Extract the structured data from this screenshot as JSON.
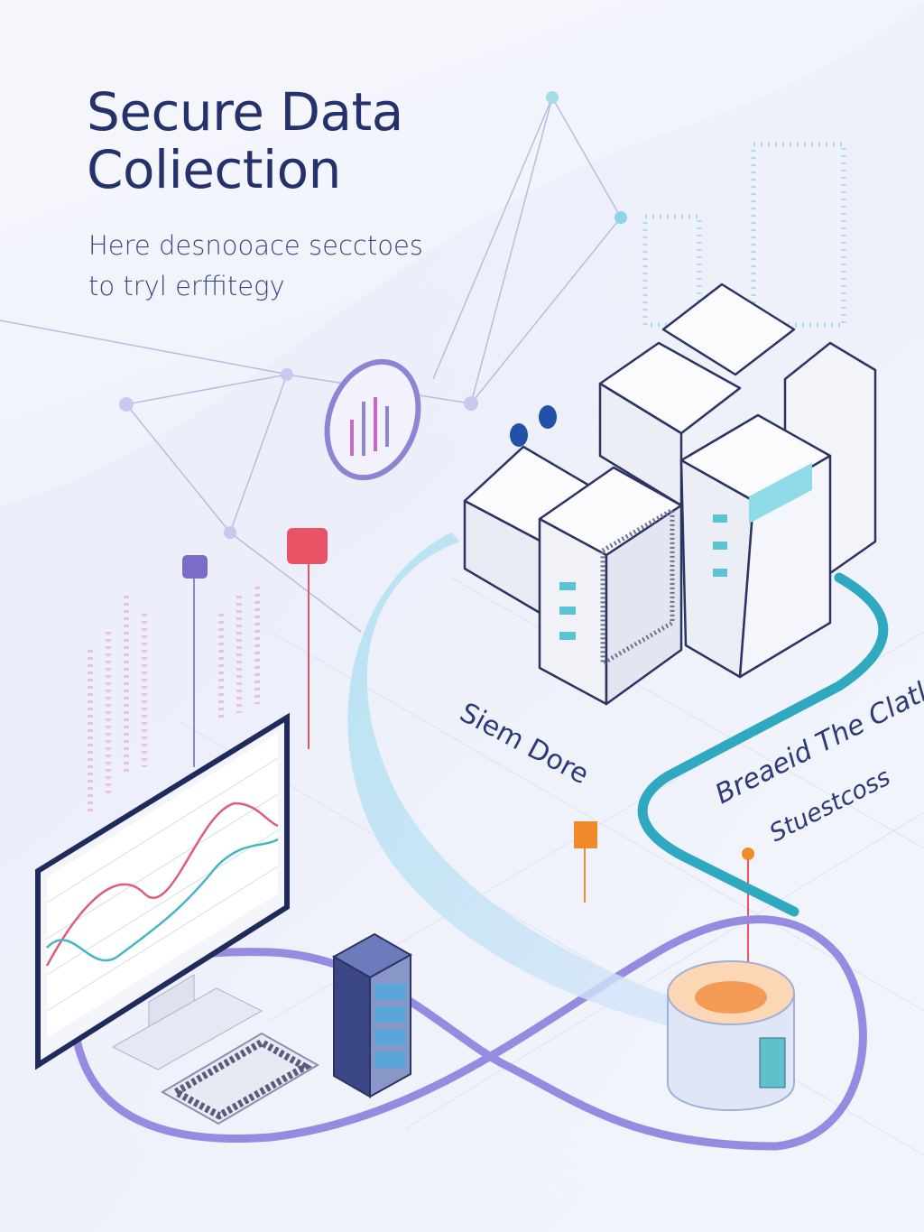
{
  "header": {
    "title_line1": "Secure Data",
    "title_line2": "Coliection",
    "subtitle_line1": "Here desnooace secctoes",
    "subtitle_line2": "to tryl erffitegy"
  },
  "labels": {
    "server_label": "Siem Dore",
    "pipeline_label": "Breaeid The Clatle",
    "storage_label": "Stuestcoss"
  },
  "colors": {
    "title": "#24316b",
    "teal_path": "#2fa9bf",
    "purple_path": "#8f86d6",
    "accent_red": "#e85466",
    "accent_orange": "#f08a2a"
  }
}
